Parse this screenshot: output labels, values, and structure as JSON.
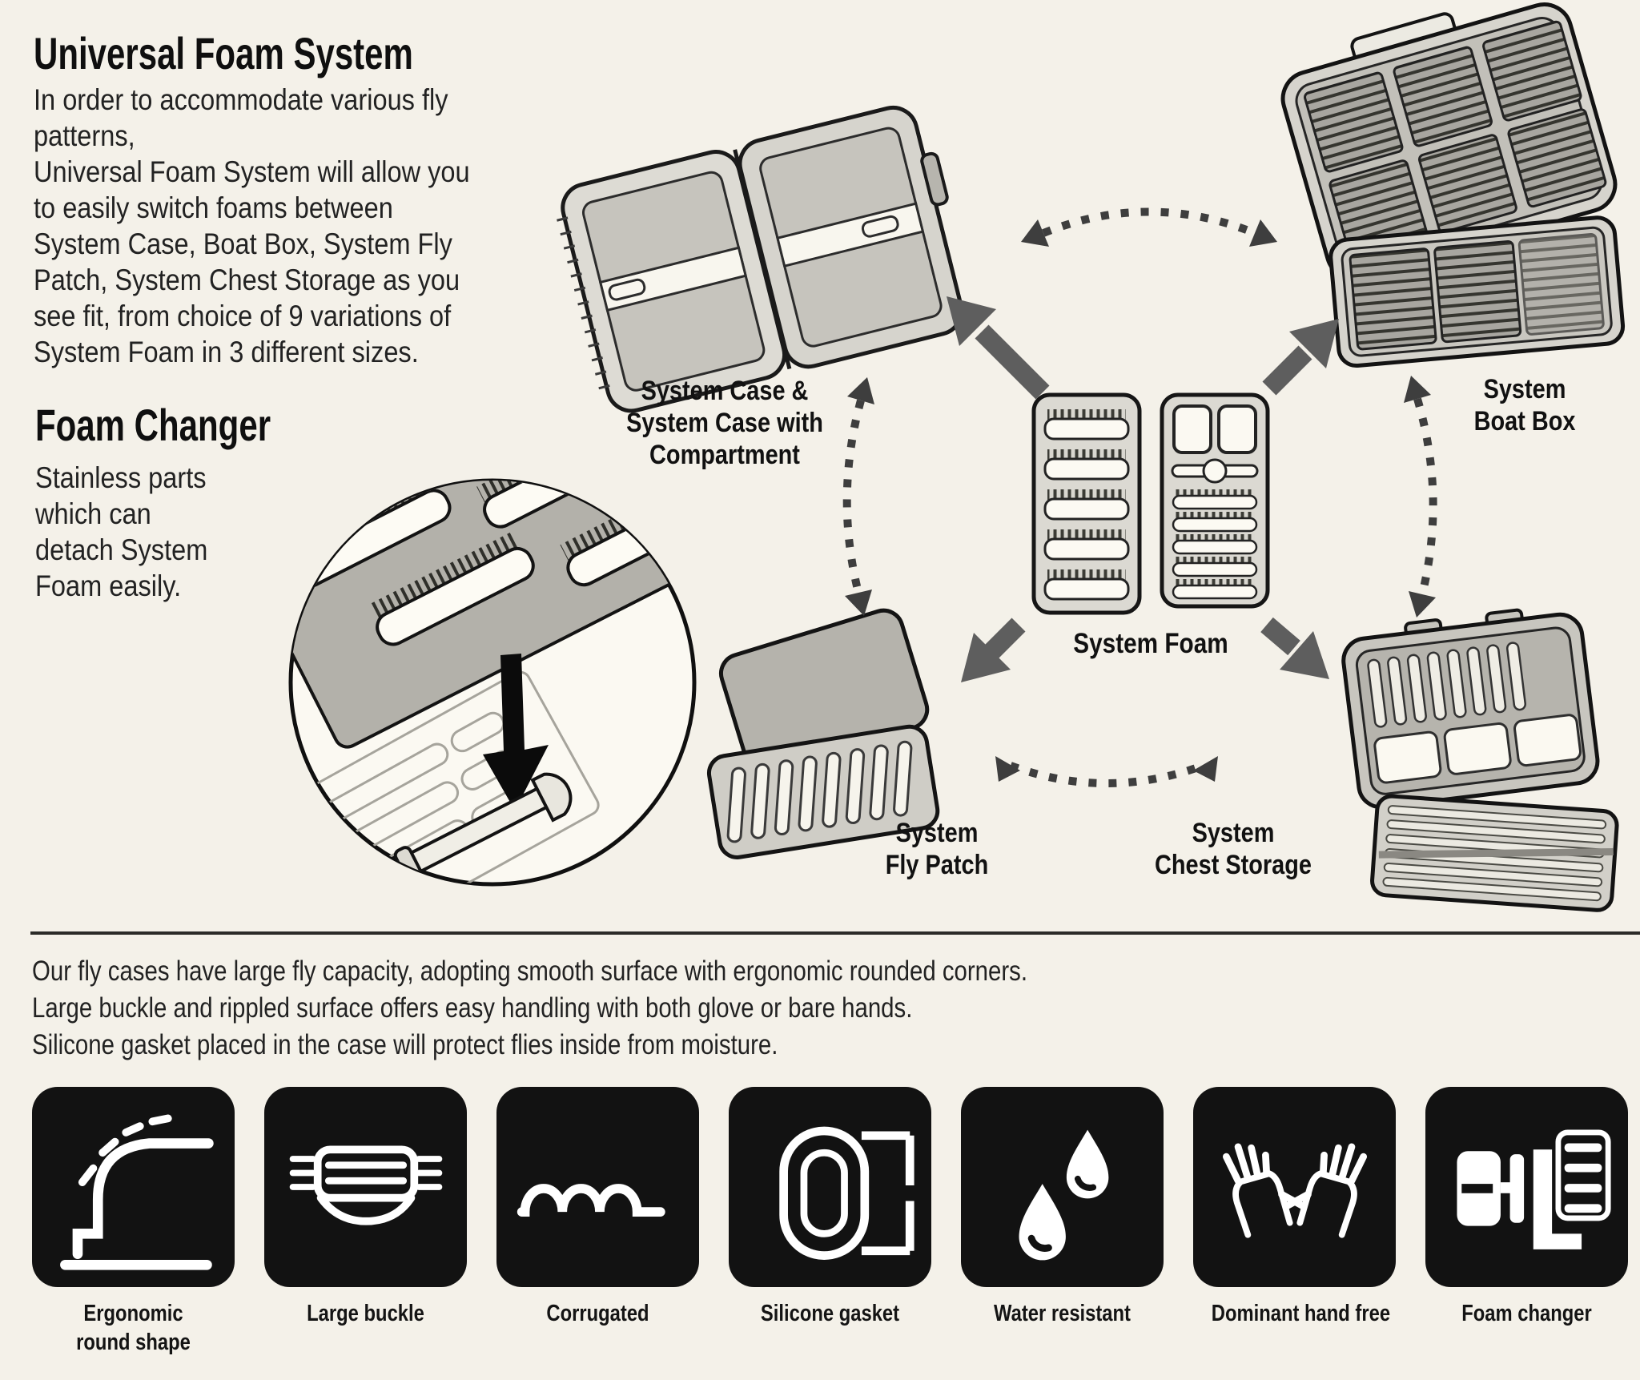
{
  "colors": {
    "background": "#f4f1e9",
    "text": "#222222",
    "heading": "#0f0f0f",
    "solid_arrow": "#5e5e5e",
    "dotted_arrow": "#3e3e3e",
    "tile_background": "#121212",
    "tile_glyph": "#ffffff"
  },
  "intro": {
    "title": "Universal Foam System",
    "body_lines": [
      "In order to accommodate various fly",
      "patterns,",
      "Universal Foam System will allow you",
      "to easily switch foams between",
      "System Case, Boat Box, System Fly",
      "Patch, System Chest Storage as you",
      "see fit, from choice of 9 variations of",
      "System Foam in 3 different sizes."
    ]
  },
  "foam_changer": {
    "title": "Foam Changer",
    "body_lines": [
      "Stainless parts",
      "which can",
      "detach System",
      "Foam easily."
    ]
  },
  "diagram": {
    "labels": {
      "system_case": [
        "System Case &",
        "System Case with",
        "Compartment"
      ],
      "boat_box": [
        "System",
        "Boat Box"
      ],
      "system_foam": "System Foam",
      "fly_patch": [
        "System",
        "Fly Patch"
      ],
      "chest_storage": [
        "System",
        "Chest Storage"
      ]
    }
  },
  "features": {
    "intro_lines": [
      "Our fly cases have large fly capacity, adopting smooth surface with ergonomic rounded corners.",
      "Large buckle and rippled surface offers easy handling with both glove or bare hands.",
      "Silicone gasket placed in the case will protect flies inside from moisture."
    ],
    "items": [
      {
        "icon": "ergonomic-round-shape-icon",
        "label_lines": [
          "Ergonomic",
          "round shape"
        ]
      },
      {
        "icon": "large-buckle-icon",
        "label_lines": [
          "Large buckle"
        ]
      },
      {
        "icon": "corrugated-icon",
        "label_lines": [
          "Corrugated"
        ]
      },
      {
        "icon": "silicone-gasket-icon",
        "label_lines": [
          "Silicone gasket"
        ]
      },
      {
        "icon": "water-resistant-icon",
        "label_lines": [
          "Water resistant"
        ]
      },
      {
        "icon": "dominant-hand-free-icon",
        "label_lines": [
          "Dominant hand free"
        ]
      },
      {
        "icon": "foam-changer-icon",
        "label_lines": [
          "Foam changer"
        ]
      }
    ]
  }
}
